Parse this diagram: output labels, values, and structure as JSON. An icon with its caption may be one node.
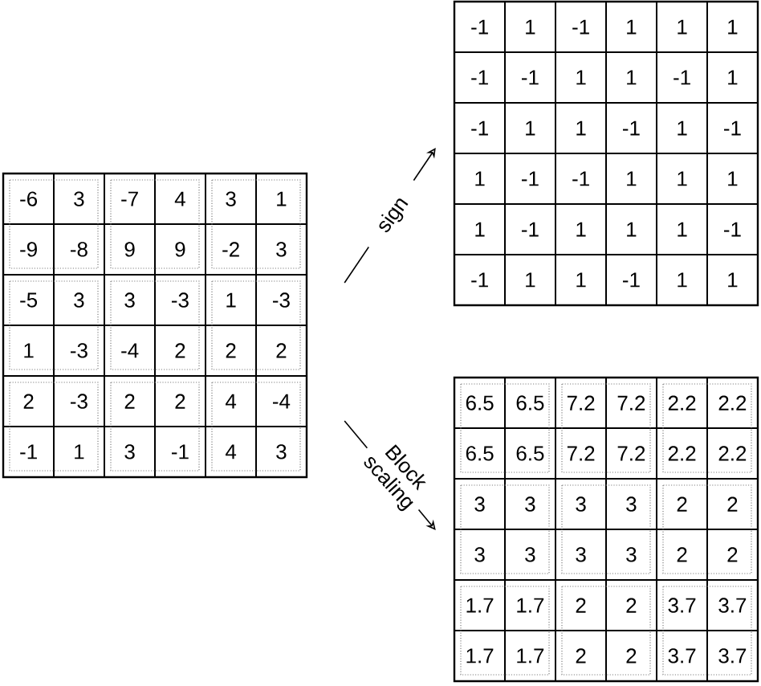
{
  "diagram": {
    "nodes": [
      {
        "text": [
          "-6",
          "3",
          "-7",
          "4",
          "3",
          "1",
          "-9",
          "-8",
          "9",
          "9",
          "-2",
          "3",
          "-5",
          "3",
          "3",
          "-3",
          "1",
          "-3",
          "1",
          "-3",
          "-4",
          "2",
          "2",
          "2",
          "2",
          "-3",
          "2",
          "2",
          "4",
          "-4",
          "-1",
          "1",
          "3",
          "-1",
          "4",
          "3"
        ]
      },
      {
        "text": [
          "-1",
          "1",
          "-1",
          "1",
          "1",
          "1",
          "-1",
          "-1",
          "1",
          "1",
          "-1",
          "1",
          "-1",
          "1",
          "1",
          "-1",
          "1",
          "-1",
          "1",
          "-1",
          "-1",
          "1",
          "1",
          "1",
          "1",
          "-1",
          "1",
          "1",
          "1",
          "-1",
          "-1",
          "1",
          "1",
          "-1",
          "1",
          "1"
        ]
      },
      {
        "text": [
          "6.5",
          "6.5",
          "7.2",
          "7.2",
          "2.2",
          "2.2",
          "6.5",
          "6.5",
          "7.2",
          "7.2",
          "2.2",
          "2.2",
          "3",
          "3",
          "3",
          "3",
          "2",
          "2",
          "3",
          "3",
          "3",
          "3",
          "2",
          "2",
          "1.7",
          "1.7",
          "2",
          "2",
          "3.7",
          "3.7",
          "1.7",
          "1.7",
          "2",
          "2",
          "3.7",
          "3.7"
        ]
      }
    ],
    "edges": [
      {
        "from": 0,
        "to": 1,
        "arrow": "to",
        "label": "sign"
      },
      {
        "from": 0,
        "to": 2,
        "arrow": "to",
        "label": "Block scaling"
      }
    ]
  }
}
